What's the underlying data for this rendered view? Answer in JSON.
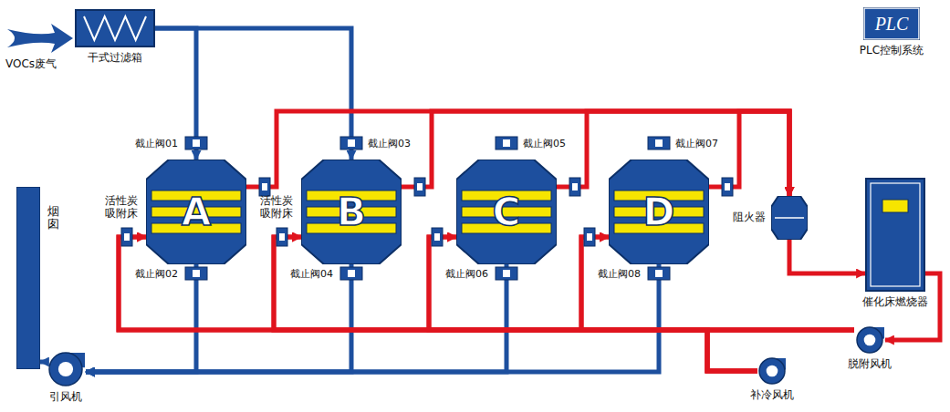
{
  "diagram": {
    "nodes": [
      {
        "text": [
          "干式过滤箱"
        ]
      },
      {
        "text": [
          "A",
          "活性炭 吸附床"
        ]
      },
      {
        "text": [
          "B",
          "活性炭 吸附床"
        ]
      },
      {
        "text": [
          "C"
        ]
      },
      {
        "text": [
          "D"
        ]
      },
      {
        "text": [
          "阻火器"
        ]
      },
      {
        "text": [
          "催化床燃烧器"
        ]
      },
      {
        "text": [
          "PLC",
          "PLC控制系统"
        ]
      },
      {
        "text": [
          "脱附风机"
        ]
      },
      {
        "text": [
          "补冷风机"
        ]
      },
      {
        "text": [
          "引风机"
        ]
      },
      {
        "text": [
          "烟囱"
        ]
      }
    ],
    "edges": [
      {
        "from": 0,
        "to": 1,
        "arrow": "to"
      },
      {
        "from": 0,
        "to": 2,
        "arrow": "to"
      },
      {
        "from": 1,
        "to": 10,
        "arrow": "to"
      },
      {
        "from": 2,
        "to": 10,
        "arrow": "to"
      },
      {
        "from": 3,
        "to": 10,
        "arrow": "to"
      },
      {
        "from": 4,
        "to": 10,
        "arrow": "to"
      },
      {
        "from": 10,
        "to": 11,
        "arrow": "to"
      },
      {
        "from": 1,
        "to": 5,
        "arrow": "to"
      },
      {
        "from": 2,
        "to": 5,
        "arrow": "to"
      },
      {
        "from": 3,
        "to": 5,
        "arrow": "to"
      },
      {
        "from": 4,
        "to": 5,
        "arrow": "to"
      },
      {
        "from": 5,
        "to": 6,
        "arrow": "to"
      },
      {
        "from": 6,
        "to": 8,
        "arrow": "to"
      },
      {
        "from": 8,
        "to": 1,
        "arrow": "to"
      },
      {
        "from": 8,
        "to": 2,
        "arrow": "to"
      },
      {
        "from": 8,
        "to": 3,
        "arrow": "to"
      },
      {
        "from": 8,
        "to": 4,
        "arrow": "to"
      },
      {
        "from": 9,
        "to": 1,
        "arrow": "to"
      },
      {
        "from": 9,
        "to": 2,
        "arrow": "to"
      },
      {
        "from": 9,
        "to": 3,
        "arrow": "to"
      },
      {
        "from": 9,
        "to": 4,
        "arrow": "to"
      }
    ],
    "labels": [
      "VOCs废气",
      "截止阀01",
      "截止阀02",
      "截止阀03",
      "截止阀04",
      "截止阀05",
      "截止阀06",
      "截止阀07",
      "截止阀08"
    ]
  }
}
